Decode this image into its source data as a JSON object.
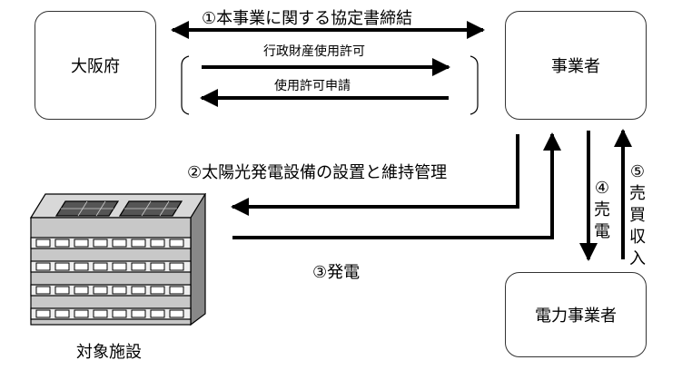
{
  "nodes": {
    "osaka": "大阪府",
    "operator": "事業者",
    "power_company": "電力事業者",
    "target_facility": "対象施設"
  },
  "edges": {
    "agreement": "①本事業に関する協定書締結",
    "permit": "行政財産使用許可",
    "application": "使用許可申請",
    "installation": "②太陽光発電設備の設置と維持管理",
    "generation": "③発電",
    "sale_marker": "④",
    "sale_text": "売電",
    "revenue_marker": "⑤",
    "revenue_text": "売買収入"
  }
}
